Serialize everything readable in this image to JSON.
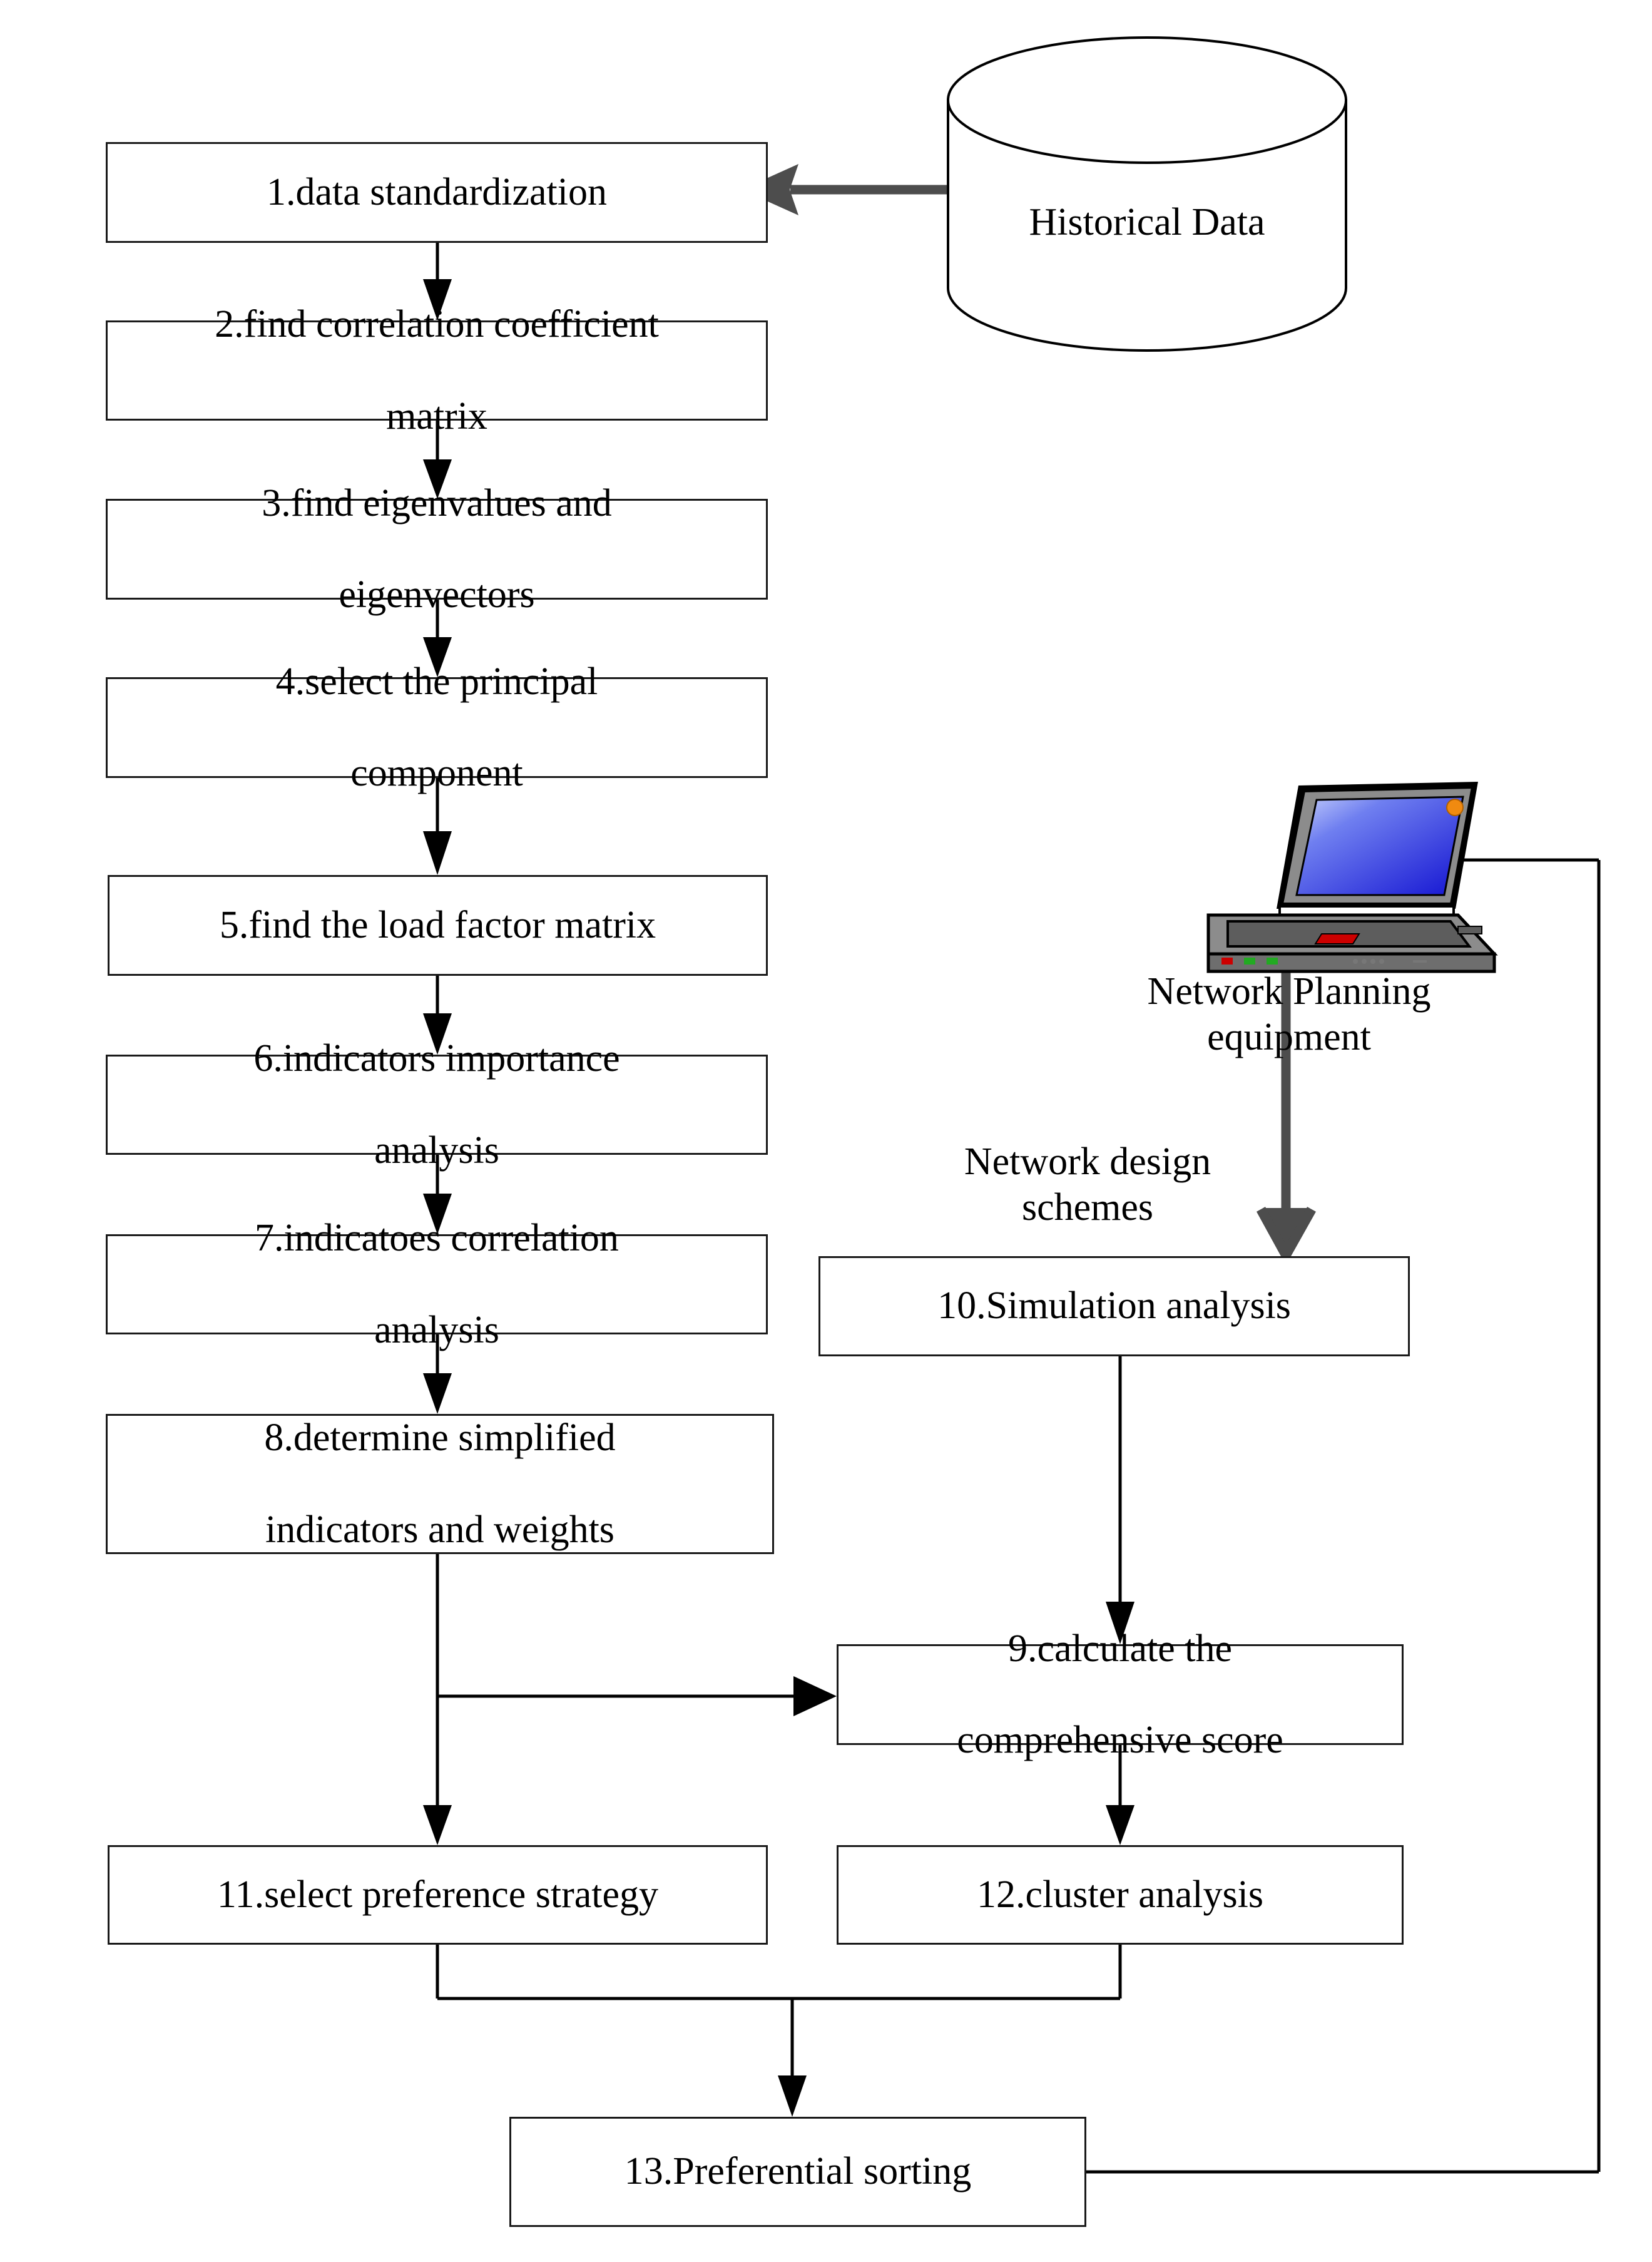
{
  "diagram": {
    "title": "Network planning scheme evaluation flowchart",
    "type": "flowchart"
  },
  "nodes": {
    "historical_data": {
      "label": "Historical Data",
      "shape": "cylinder"
    },
    "network_planning_equipment": {
      "label": "Network Planning equipment",
      "line1": "Network Planning",
      "line2": "equipment",
      "shape": "laptop-icon"
    },
    "network_design_schemes": {
      "label": "Network design schemes",
      "line1": "Network design",
      "line2": "schemes",
      "shape": "edge-label"
    },
    "step1": {
      "label": "1.data standardization"
    },
    "step2": {
      "label": "2.find correlation coefficient matrix",
      "line1": "2.find correlation coefficient",
      "line2": "matrix"
    },
    "step3": {
      "label": "3.find eigenvalues and eigenvectors",
      "line1": "3.find eigenvalues and",
      "line2": "eigenvectors"
    },
    "step4": {
      "label": "4.select the principal component",
      "line1": "4.select the principal",
      "line2": "component"
    },
    "step5": {
      "label": "5.find the load factor matrix"
    },
    "step6": {
      "label": "6.indicators importance analysis",
      "line1": "6.indicators importance",
      "line2": "analysis"
    },
    "step7": {
      "label": "7.indicatoes correlation analysis",
      "line1": "7.indicatoes correlation",
      "line2": "analysis"
    },
    "step8": {
      "label": "8.determine simplified indicators and weights",
      "line1": "8.determine simplified",
      "line2": "indicators and weights"
    },
    "step9": {
      "label": "9.calculate the comprehensive score",
      "line1": "9.calculate the",
      "line2": "comprehensive score"
    },
    "step10": {
      "label": "10.Simulation analysis"
    },
    "step11": {
      "label": "11.select preference strategy"
    },
    "step12": {
      "label": "12.cluster analysis"
    },
    "step13": {
      "label": "13.Preferential sorting"
    }
  },
  "edges": [
    {
      "from": "historical_data",
      "to": "step1",
      "style": "thick-gray"
    },
    {
      "from": "step1",
      "to": "step2",
      "style": "thin-black"
    },
    {
      "from": "step2",
      "to": "step3",
      "style": "thin-black"
    },
    {
      "from": "step3",
      "to": "step4",
      "style": "thin-black"
    },
    {
      "from": "step4",
      "to": "step5",
      "style": "thin-black"
    },
    {
      "from": "step5",
      "to": "step6",
      "style": "thin-black"
    },
    {
      "from": "step6",
      "to": "step7",
      "style": "thin-black"
    },
    {
      "from": "step7",
      "to": "step8",
      "style": "thin-black"
    },
    {
      "from": "step8",
      "to": "step9",
      "style": "thin-black",
      "label": ""
    },
    {
      "from": "step8",
      "to": "step11",
      "style": "thin-black"
    },
    {
      "from": "network_planning_equipment",
      "to": "step10",
      "style": "thick-gray",
      "label": "Network design schemes"
    },
    {
      "from": "step10",
      "to": "step9",
      "style": "thin-black"
    },
    {
      "from": "step9",
      "to": "step12",
      "style": "thin-black"
    },
    {
      "from": "step11",
      "to": "step13",
      "style": "thin-black"
    },
    {
      "from": "step12",
      "to": "step13",
      "style": "thin-black"
    },
    {
      "from": "step13",
      "to": "network_planning_equipment",
      "style": "thin-black-feedback"
    }
  ],
  "colors": {
    "box_border": "#1a1a1a",
    "background": "#ffffff",
    "thick_arrow": "#4d4d4d",
    "thin_arrow": "#000000",
    "laptop_screen_start": "#aab8f7",
    "laptop_screen_end": "#1818d8",
    "laptop_body": "#8c8c8c",
    "laptop_body_dark": "#6e6e6e",
    "laptop_led_orange": "#f08a10",
    "laptop_led_red": "#cc0000",
    "laptop_led_green": "#22aa22"
  }
}
